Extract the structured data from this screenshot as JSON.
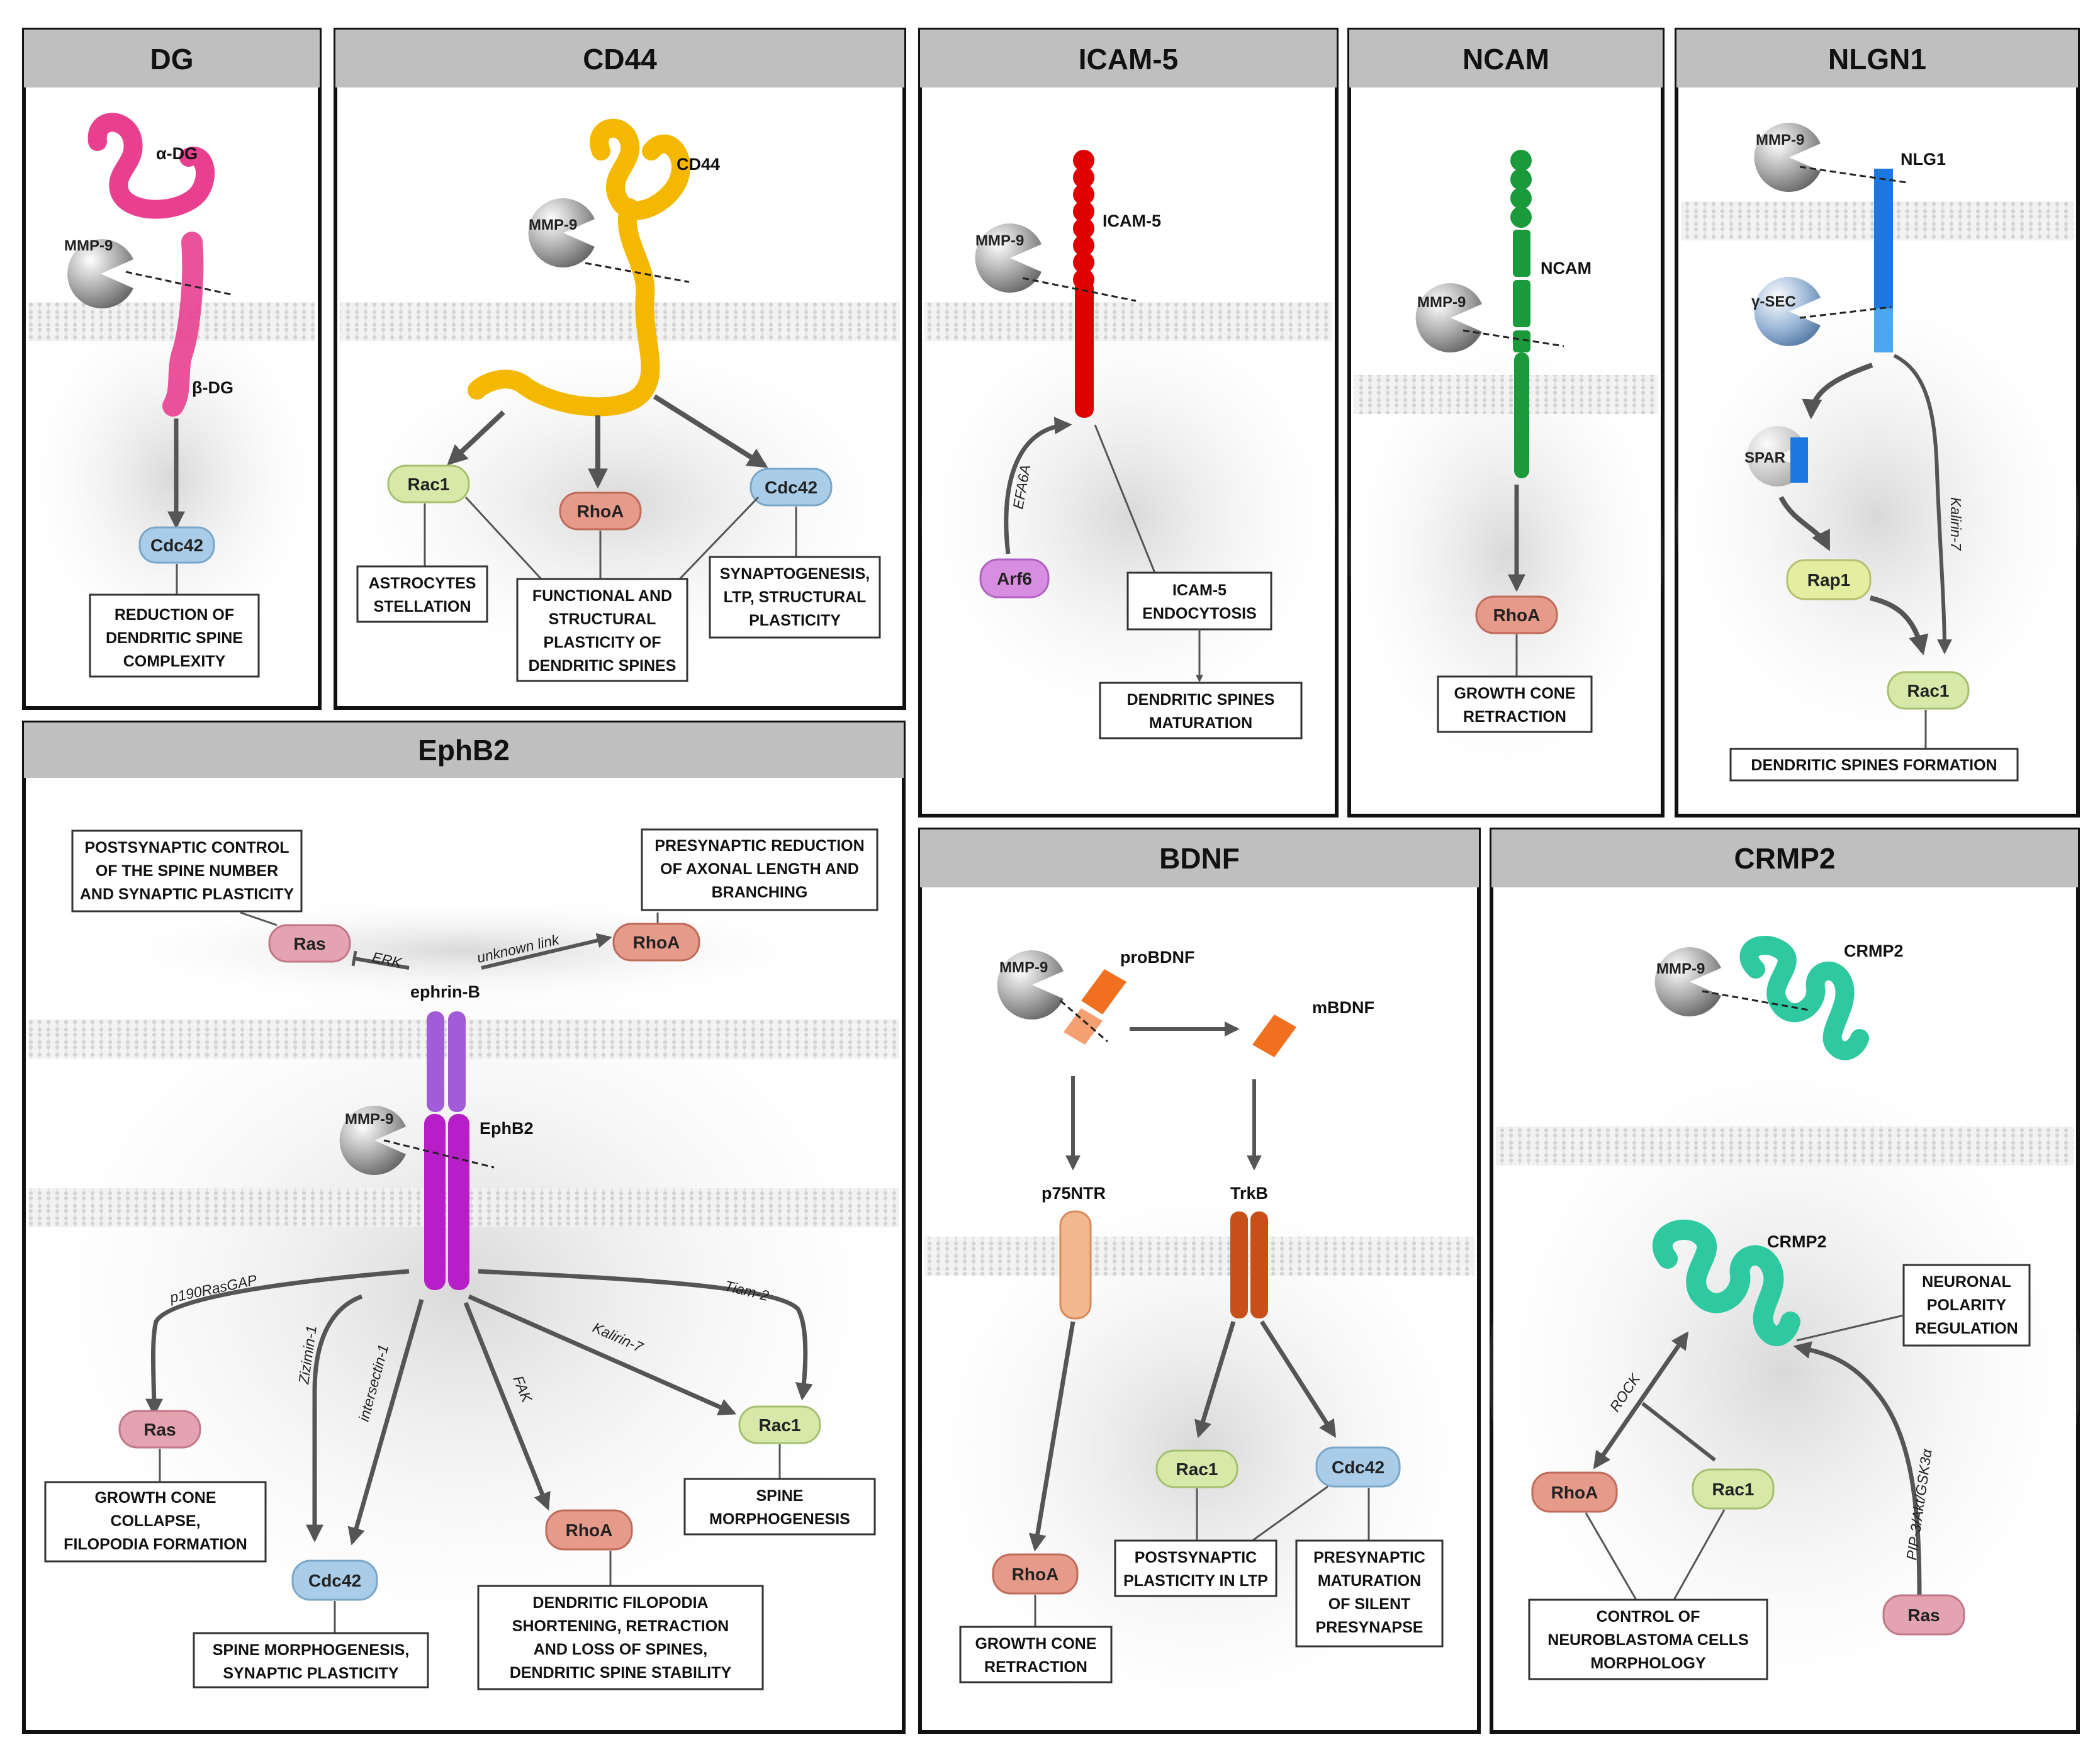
{
  "panels": {
    "dg": {
      "title": "DG",
      "alpha": "α-DG",
      "beta": "β-DG",
      "mmp": "MMP-9",
      "cdc42": "Cdc42",
      "outcome": [
        "REDUCTION OF",
        "DENDRITIC SPINE",
        "COMPLEXITY"
      ]
    },
    "cd44": {
      "title": "CD44",
      "protein": "CD44",
      "mmp": "MMP-9",
      "rac1": "Rac1",
      "rhoa": "RhoA",
      "cdc42": "Cdc42",
      "out_astro": [
        "ASTROCYTES",
        "STELLATION"
      ],
      "out_func": [
        "FUNCTIONAL AND",
        "STRUCTURAL",
        "PLASTICITY OF",
        "DENDRITIC SPINES"
      ],
      "out_syn": [
        "SYNAPTOGENESIS,",
        "LTP, STRUCTURAL",
        "PLASTICITY"
      ]
    },
    "icam5": {
      "title": "ICAM-5",
      "protein": "ICAM-5",
      "mmp": "MMP-9",
      "efa6a": "EFA6A",
      "arf6": "Arf6",
      "out_endo": [
        "ICAM-5",
        "ENDOCYTOSIS"
      ],
      "out_mat": [
        "DENDRITIC SPINES",
        "MATURATION"
      ]
    },
    "ncam": {
      "title": "NCAM",
      "protein": "NCAM",
      "mmp": "MMP-9",
      "rhoa": "RhoA",
      "outcome": [
        "GROWTH CONE",
        "RETRACTION"
      ]
    },
    "nlgn1": {
      "title": "NLGN1",
      "protein": "NLG1",
      "mmp": "MMP-9",
      "gsec": "γ-SEC",
      "spar": "SPAR",
      "rap1": "Rap1",
      "rac1": "Rac1",
      "kalirin": "Kalirin-7",
      "outcome": "DENDRITIC SPINES FORMATION"
    },
    "ephb2": {
      "title": "EphB2",
      "ephrin": "ephrin-B",
      "receptor": "EphB2",
      "mmp": "MMP-9",
      "ras_top": "Ras",
      "rhoa_top": "RhoA",
      "erk": "ERK",
      "unknown": "unknown link",
      "out_post": [
        "POSTSYNAPTIC CONTROL",
        "OF THE SPINE NUMBER",
        "AND SYNAPTIC PLASTICITY"
      ],
      "out_pre": [
        "PRESYNAPTIC REDUCTION",
        "OF AXONAL LENGTH AND",
        "BRANCHING"
      ],
      "p190": "p190RasGAP",
      "zizimin": "Zizimin-1",
      "intersectin": "intersectin-1",
      "fak": "FAK",
      "kalirin": "Kalirin-7",
      "tiam": "Tiam-2",
      "ras": "Ras",
      "cdc42": "Cdc42",
      "rhoa": "RhoA",
      "rac1": "Rac1",
      "out_ras": [
        "GROWTH CONE",
        "COLLAPSE,",
        "FILOPODIA FORMATION"
      ],
      "out_cdc42": [
        "SPINE MORPHOGENESIS,",
        "SYNAPTIC PLASTICITY"
      ],
      "out_rhoa": [
        "DENDRITIC FILOPODIA",
        "SHORTENING, RETRACTION",
        "AND LOSS OF SPINES,",
        "DENDRITIC SPINE STABILITY"
      ],
      "out_rac1": [
        "SPINE",
        "MORPHOGENESIS"
      ]
    },
    "bdnf": {
      "title": "BDNF",
      "mmp": "MMP-9",
      "pro": "proBDNF",
      "mature": "mBDNF",
      "p75": "p75NTR",
      "trkb": "TrkB",
      "rhoa": "RhoA",
      "rac1": "Rac1",
      "cdc42": "Cdc42",
      "out_rhoa": [
        "GROWTH CONE",
        "RETRACTION"
      ],
      "out_rac1": [
        "POSTSYNAPTIC",
        "PLASTICITY IN LTP"
      ],
      "out_cdc42": [
        "PRESYNAPTIC",
        "MATURATION",
        "OF SILENT",
        "PRESYNAPSE"
      ]
    },
    "crmp2": {
      "title": "CRMP2",
      "mmp": "MMP-9",
      "protein_top": "CRMP2",
      "protein_bot": "CRMP2",
      "rock": "ROCK",
      "rhoa": "RhoA",
      "rac1": "Rac1",
      "ras": "Ras",
      "pip": "PIP-3/Akt/GSK3α",
      "out_polarity": [
        "NEURONAL",
        "POLARITY",
        "REGULATION"
      ],
      "out_control": [
        "CONTROL OF",
        "NEUROBLASTOMA CELLS",
        "MORPHOLOGY"
      ]
    }
  },
  "colors": {
    "header_bg": "#bfbfbf",
    "rac1": "#d6e9a8",
    "rhoa": "#e59a8a",
    "cdc42": "#a9cde8",
    "ras": "#e4a3b0",
    "rap1": "#e3eea0",
    "arf6": "#d88ee0",
    "dg": "#e8408f",
    "cd44": "#f5b800",
    "icam5": "#e00000",
    "ncam": "#1a9a3a",
    "nlg1": "#1a78e0",
    "ephb2": "#b81ec8",
    "ephrin": "#a35cd8",
    "bdnf": "#f07020",
    "crmp2": "#2ec9a0"
  }
}
